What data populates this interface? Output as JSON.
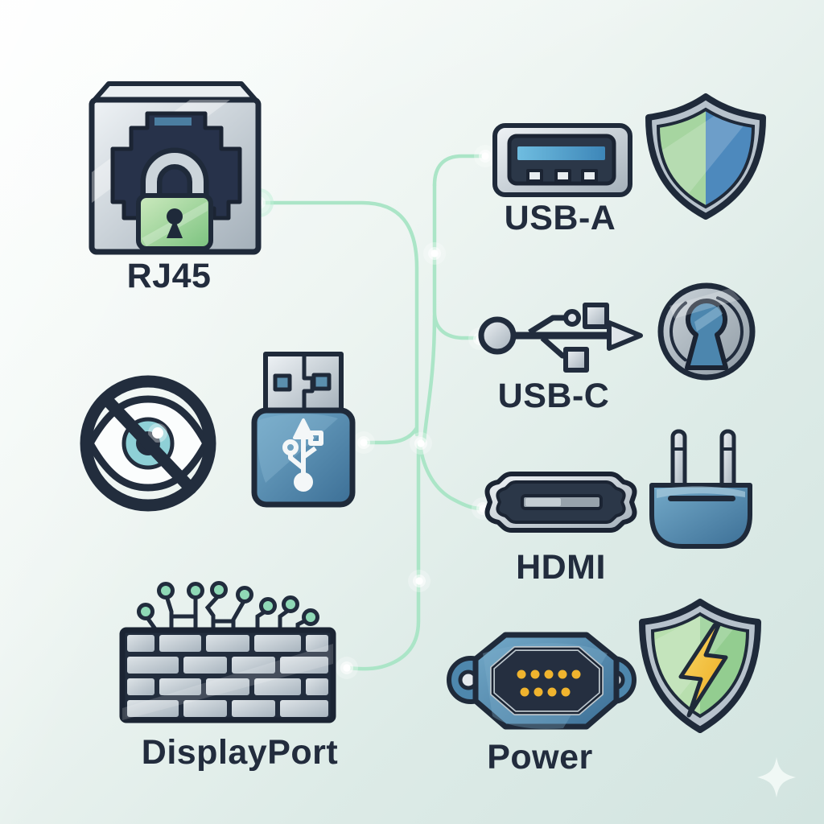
{
  "diagram": {
    "type": "port-security-illustration",
    "theme": {
      "background_start": "#fcfefd",
      "background_end": "#d2e4e0",
      "outline_navy": "#1f2a3a",
      "label_color": "#222c3d",
      "connector_line": "#abe5c7",
      "glow_dot": "#ffffff",
      "silver": "#c7cfd6",
      "port_dark": "#2b3748",
      "accent_blue": "#4e87ad",
      "accent_green": "#8fce96",
      "usb_strip_blue": "#55a9d4",
      "pin_yellow": "#f0b42e",
      "bolt_yellow": "#f2c445",
      "circuit_teal": "#8fd9b6",
      "iris_teal": "#8ed0d6"
    },
    "nodes": [
      {
        "id": "rj45",
        "label": "RJ45",
        "icon": "rj45-locked-port-icon"
      },
      {
        "id": "usb-a",
        "label": "USB-A",
        "icon": "usb-a-port-icon"
      },
      {
        "id": "shield",
        "label": "",
        "icon": "green-blue-shield-icon"
      },
      {
        "id": "usb-c",
        "label": "USB-C",
        "icon": "usb-trident-icon"
      },
      {
        "id": "keyhole",
        "label": "",
        "icon": "keyhole-medallion-icon"
      },
      {
        "id": "privacy",
        "label": "",
        "icon": "eye-slash-icon"
      },
      {
        "id": "usb-drive",
        "label": "",
        "icon": "usb-flash-drive-icon"
      },
      {
        "id": "hdmi",
        "label": "HDMI",
        "icon": "hdmi-port-icon"
      },
      {
        "id": "plug",
        "label": "",
        "icon": "power-plug-icon"
      },
      {
        "id": "firewall",
        "label": "DisplayPort",
        "icon": "firewall-brick-wall-icon"
      },
      {
        "id": "power",
        "label": "Power",
        "icon": "power-connector-icon"
      },
      {
        "id": "shield-bolt",
        "label": "",
        "icon": "lightning-shield-icon"
      },
      {
        "id": "sparkle",
        "label": "",
        "icon": "sparkle-icon"
      }
    ]
  }
}
